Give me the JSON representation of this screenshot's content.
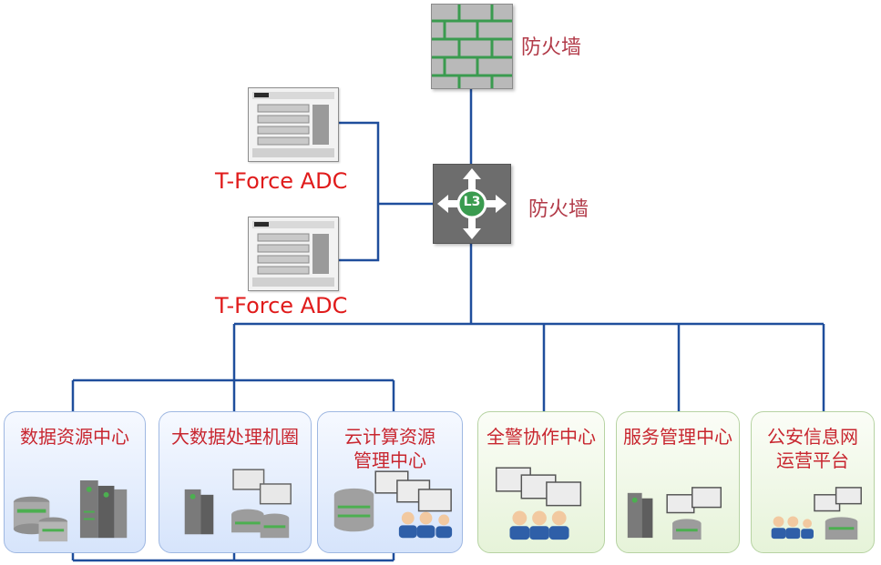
{
  "firewall_top": {
    "label": "防火墙",
    "icon": "firewall-icon"
  },
  "core_switch": {
    "label": "防火墙",
    "badge": "L3",
    "icon": "l3-switch-icon"
  },
  "adc_devices": [
    {
      "label": "T-Force ADC",
      "icon": "adc-appliance-icon"
    },
    {
      "label": "T-Force ADC",
      "icon": "adc-appliance-icon"
    }
  ],
  "centers": [
    {
      "label": "数据资源中心",
      "tone": "blue"
    },
    {
      "label": "大数据处理机圈",
      "tone": "blue"
    },
    {
      "label": "云计算资源\n管理中心",
      "tone": "blue"
    },
    {
      "label": "全警协作中心",
      "tone": "green"
    },
    {
      "label": "服务管理中心",
      "tone": "green"
    },
    {
      "label": "公安信息网\n运营平台",
      "tone": "green"
    }
  ],
  "colors": {
    "link": "#1f4e9c",
    "label_red": "#c8262f",
    "brick_mortar": "#3a9b4f"
  }
}
